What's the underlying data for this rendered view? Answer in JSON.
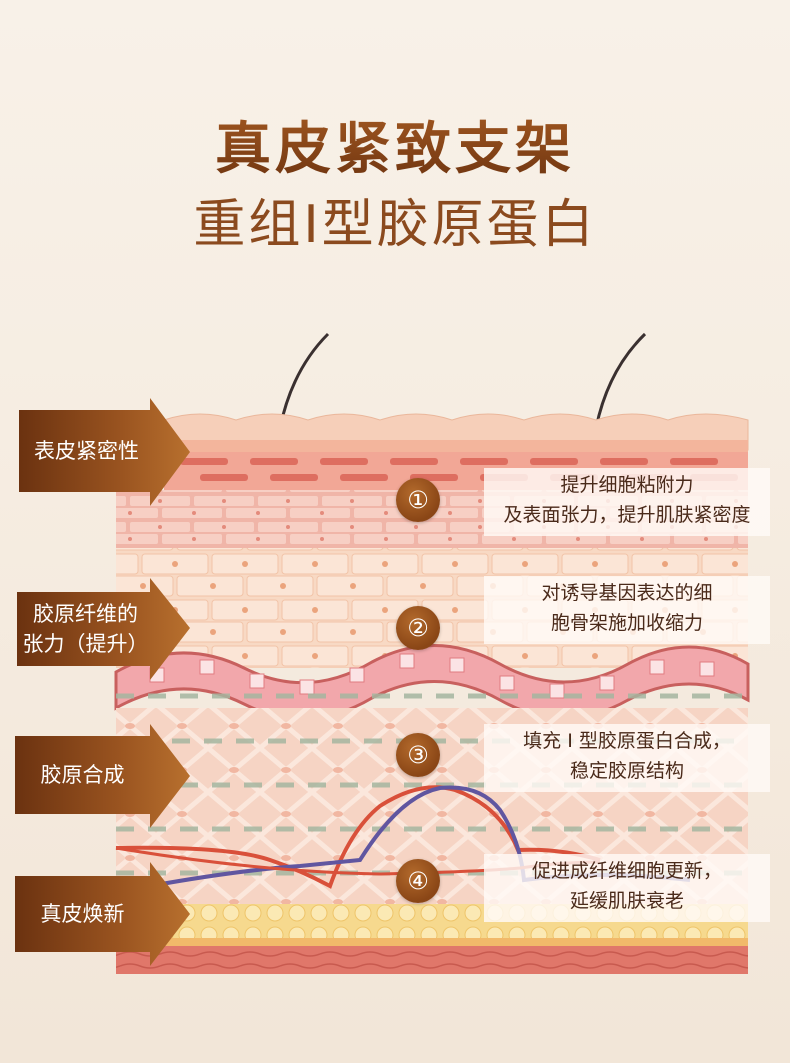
{
  "title": "真皮紧致支架",
  "subtitle": "重组I型胶原蛋白",
  "layers": [
    {
      "label": "表皮紧密性",
      "number": "①",
      "desc_line1": "提升细胞粘附力",
      "desc_line2": "及表面张力，提升肌肤紧密度"
    },
    {
      "label_line1": "胶原纤维的",
      "label_line2": "张力（提升）",
      "number": "②",
      "desc_line1": "对诱导基因表达的细",
      "desc_line2": "胞骨架施加收缩力"
    },
    {
      "label": "胶原合成",
      "number": "③",
      "desc_line1": "填充 Ⅰ 型胶原蛋白合成，",
      "desc_line2": "稳定胶原结构"
    },
    {
      "label": "真皮焕新",
      "number": "④",
      "desc_line1": "促进成纤维细胞更新，",
      "desc_line2": "延缓肌肤衰老"
    }
  ],
  "colors": {
    "arrow": "#8a4516",
    "title": "#8a4a1c",
    "badge": "#9a5420"
  }
}
